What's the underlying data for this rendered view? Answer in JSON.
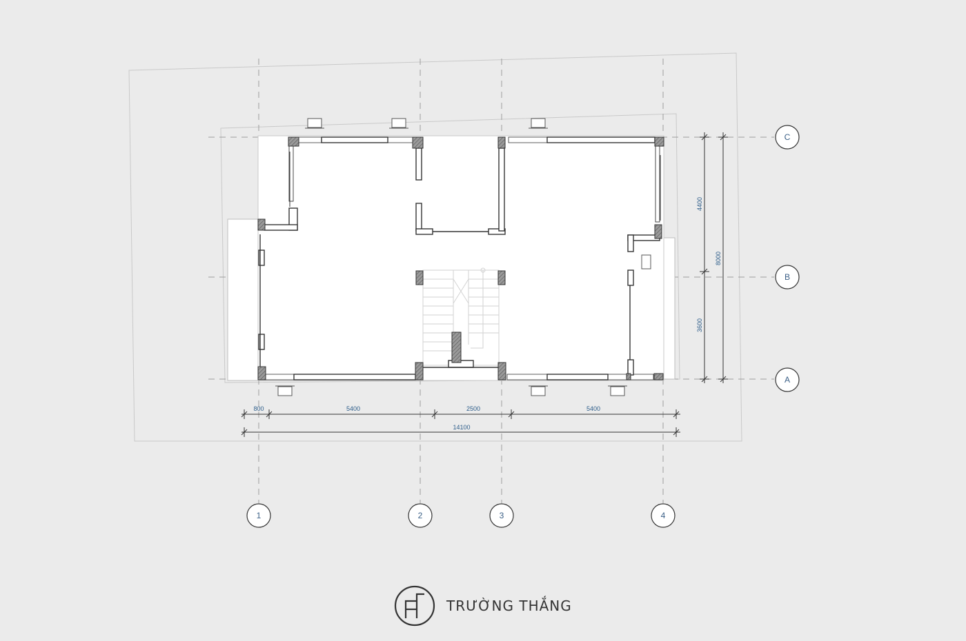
{
  "grid": {
    "columns": [
      "1",
      "2",
      "3",
      "4"
    ],
    "rows": [
      "C",
      "B",
      "A"
    ]
  },
  "dimensions": {
    "horizontal": [
      "800",
      "5400",
      "2500",
      "5400"
    ],
    "overall_horizontal": "14100",
    "vertical": [
      "4400",
      "3600"
    ],
    "overall_vertical": "8000"
  },
  "brand": {
    "name": "TRƯỜNG THẮNG",
    "logo_icon": "truong-thang-logo-icon"
  },
  "colors": {
    "background": "#ebebeb",
    "wall": "#333333",
    "column_hatch": "#8a8a8a",
    "dimension_text": "#2d5d8a"
  }
}
